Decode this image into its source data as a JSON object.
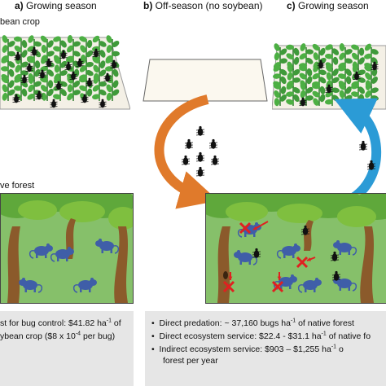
{
  "panels": {
    "a": {
      "letter": "a)",
      "title": "Growing season"
    },
    "b": {
      "letter": "b)",
      "title": "Off-season (no soybean)"
    },
    "c": {
      "letter": "c)",
      "title": "Growing season"
    }
  },
  "labels": {
    "crop": "bean crop",
    "forest": "ve forest"
  },
  "left_box": {
    "line1_pre": "st for bug control: $41.82 ha",
    "line1_sup": "-1",
    "line1_post": " of",
    "line2": "ybean crop ($8 x 10",
    "line2_sup": "-4",
    "line2_post": " per bug)"
  },
  "right_box": {
    "bullet": "•",
    "b1_pre": "Direct predation: ~ 37,160 bugs ha",
    "b1_sup": "-1",
    "b1_post": " of native forest",
    "b2_pre": "Direct ecosystem service: $22.4 - $31.1 ha",
    "b2_sup": "-1",
    "b2_post": " of native fo",
    "b3_pre": "Indirect ecosystem service: $903 – $1,255 ha",
    "b3_sup": "-1",
    "b3_post": " o",
    "b3_cont": "forest per year"
  },
  "colors": {
    "crop_green": "#3f9a3a",
    "crop_dark": "#2f7a2e",
    "forest_bg": "#86c06a",
    "trunk": "#8b5a2b",
    "opossum": "#3f5ea8",
    "orange_arrow": "#e07a2b",
    "blue_arrow": "#2b9bd6",
    "red_mark": "#e02020",
    "box_gray": "#e6e6e6"
  }
}
